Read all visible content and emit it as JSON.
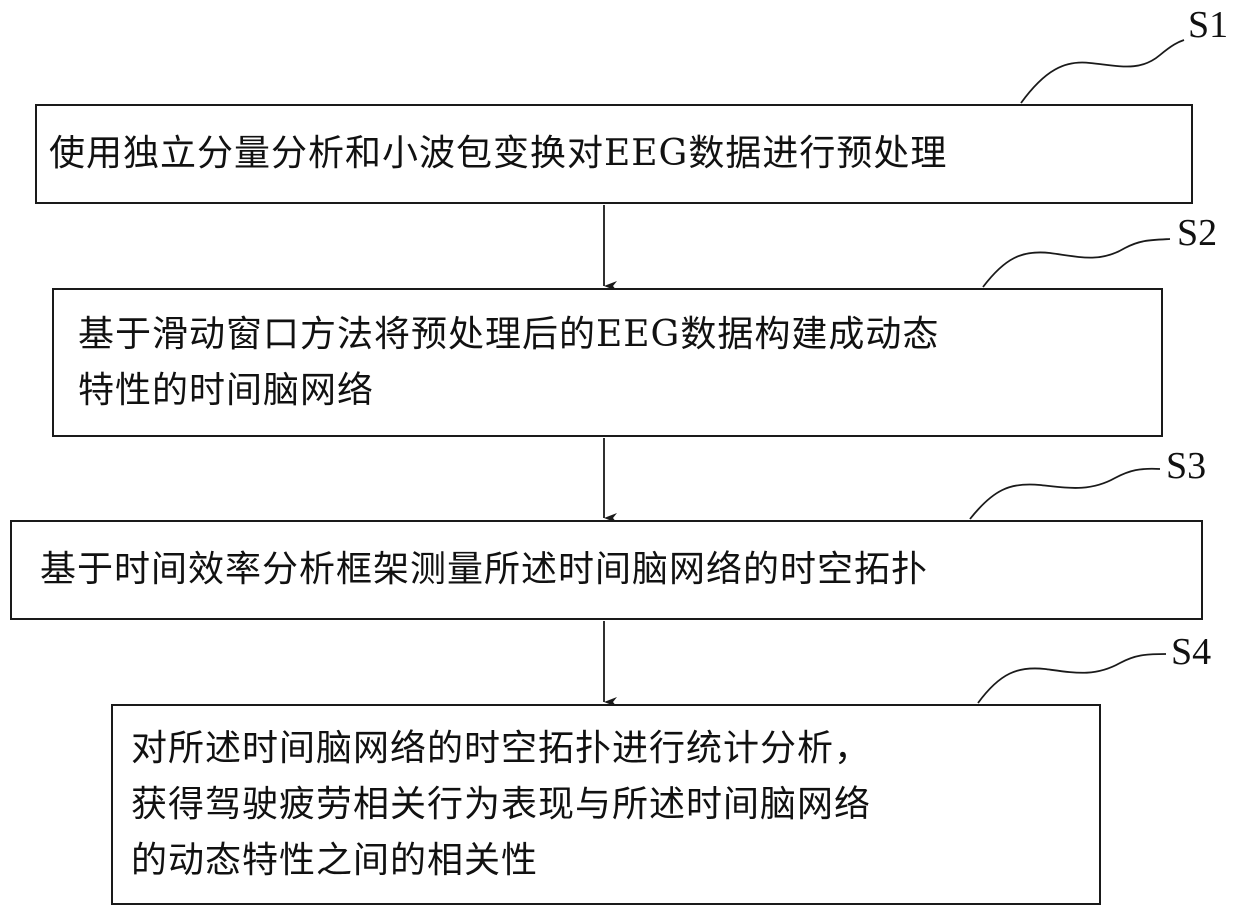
{
  "diagram": {
    "steps": [
      {
        "label": "S1",
        "text": "使用独立分量分析和小波包变换对EEG数据进行预处理"
      },
      {
        "label": "S2",
        "text": "基于滑动窗口方法将预处理后的EEG数据构建成动态\n特性的时间脑网络"
      },
      {
        "label": "S3",
        "text": "基于时间效率分析框架测量所述时间脑网络的时空拓扑"
      },
      {
        "label": "S4",
        "text": "对所述时间脑网络的时空拓扑进行统计分析，\n获得驾驶疲劳相关行为表现与所述时间脑网络\n的动态特性之间的相关性"
      }
    ]
  }
}
